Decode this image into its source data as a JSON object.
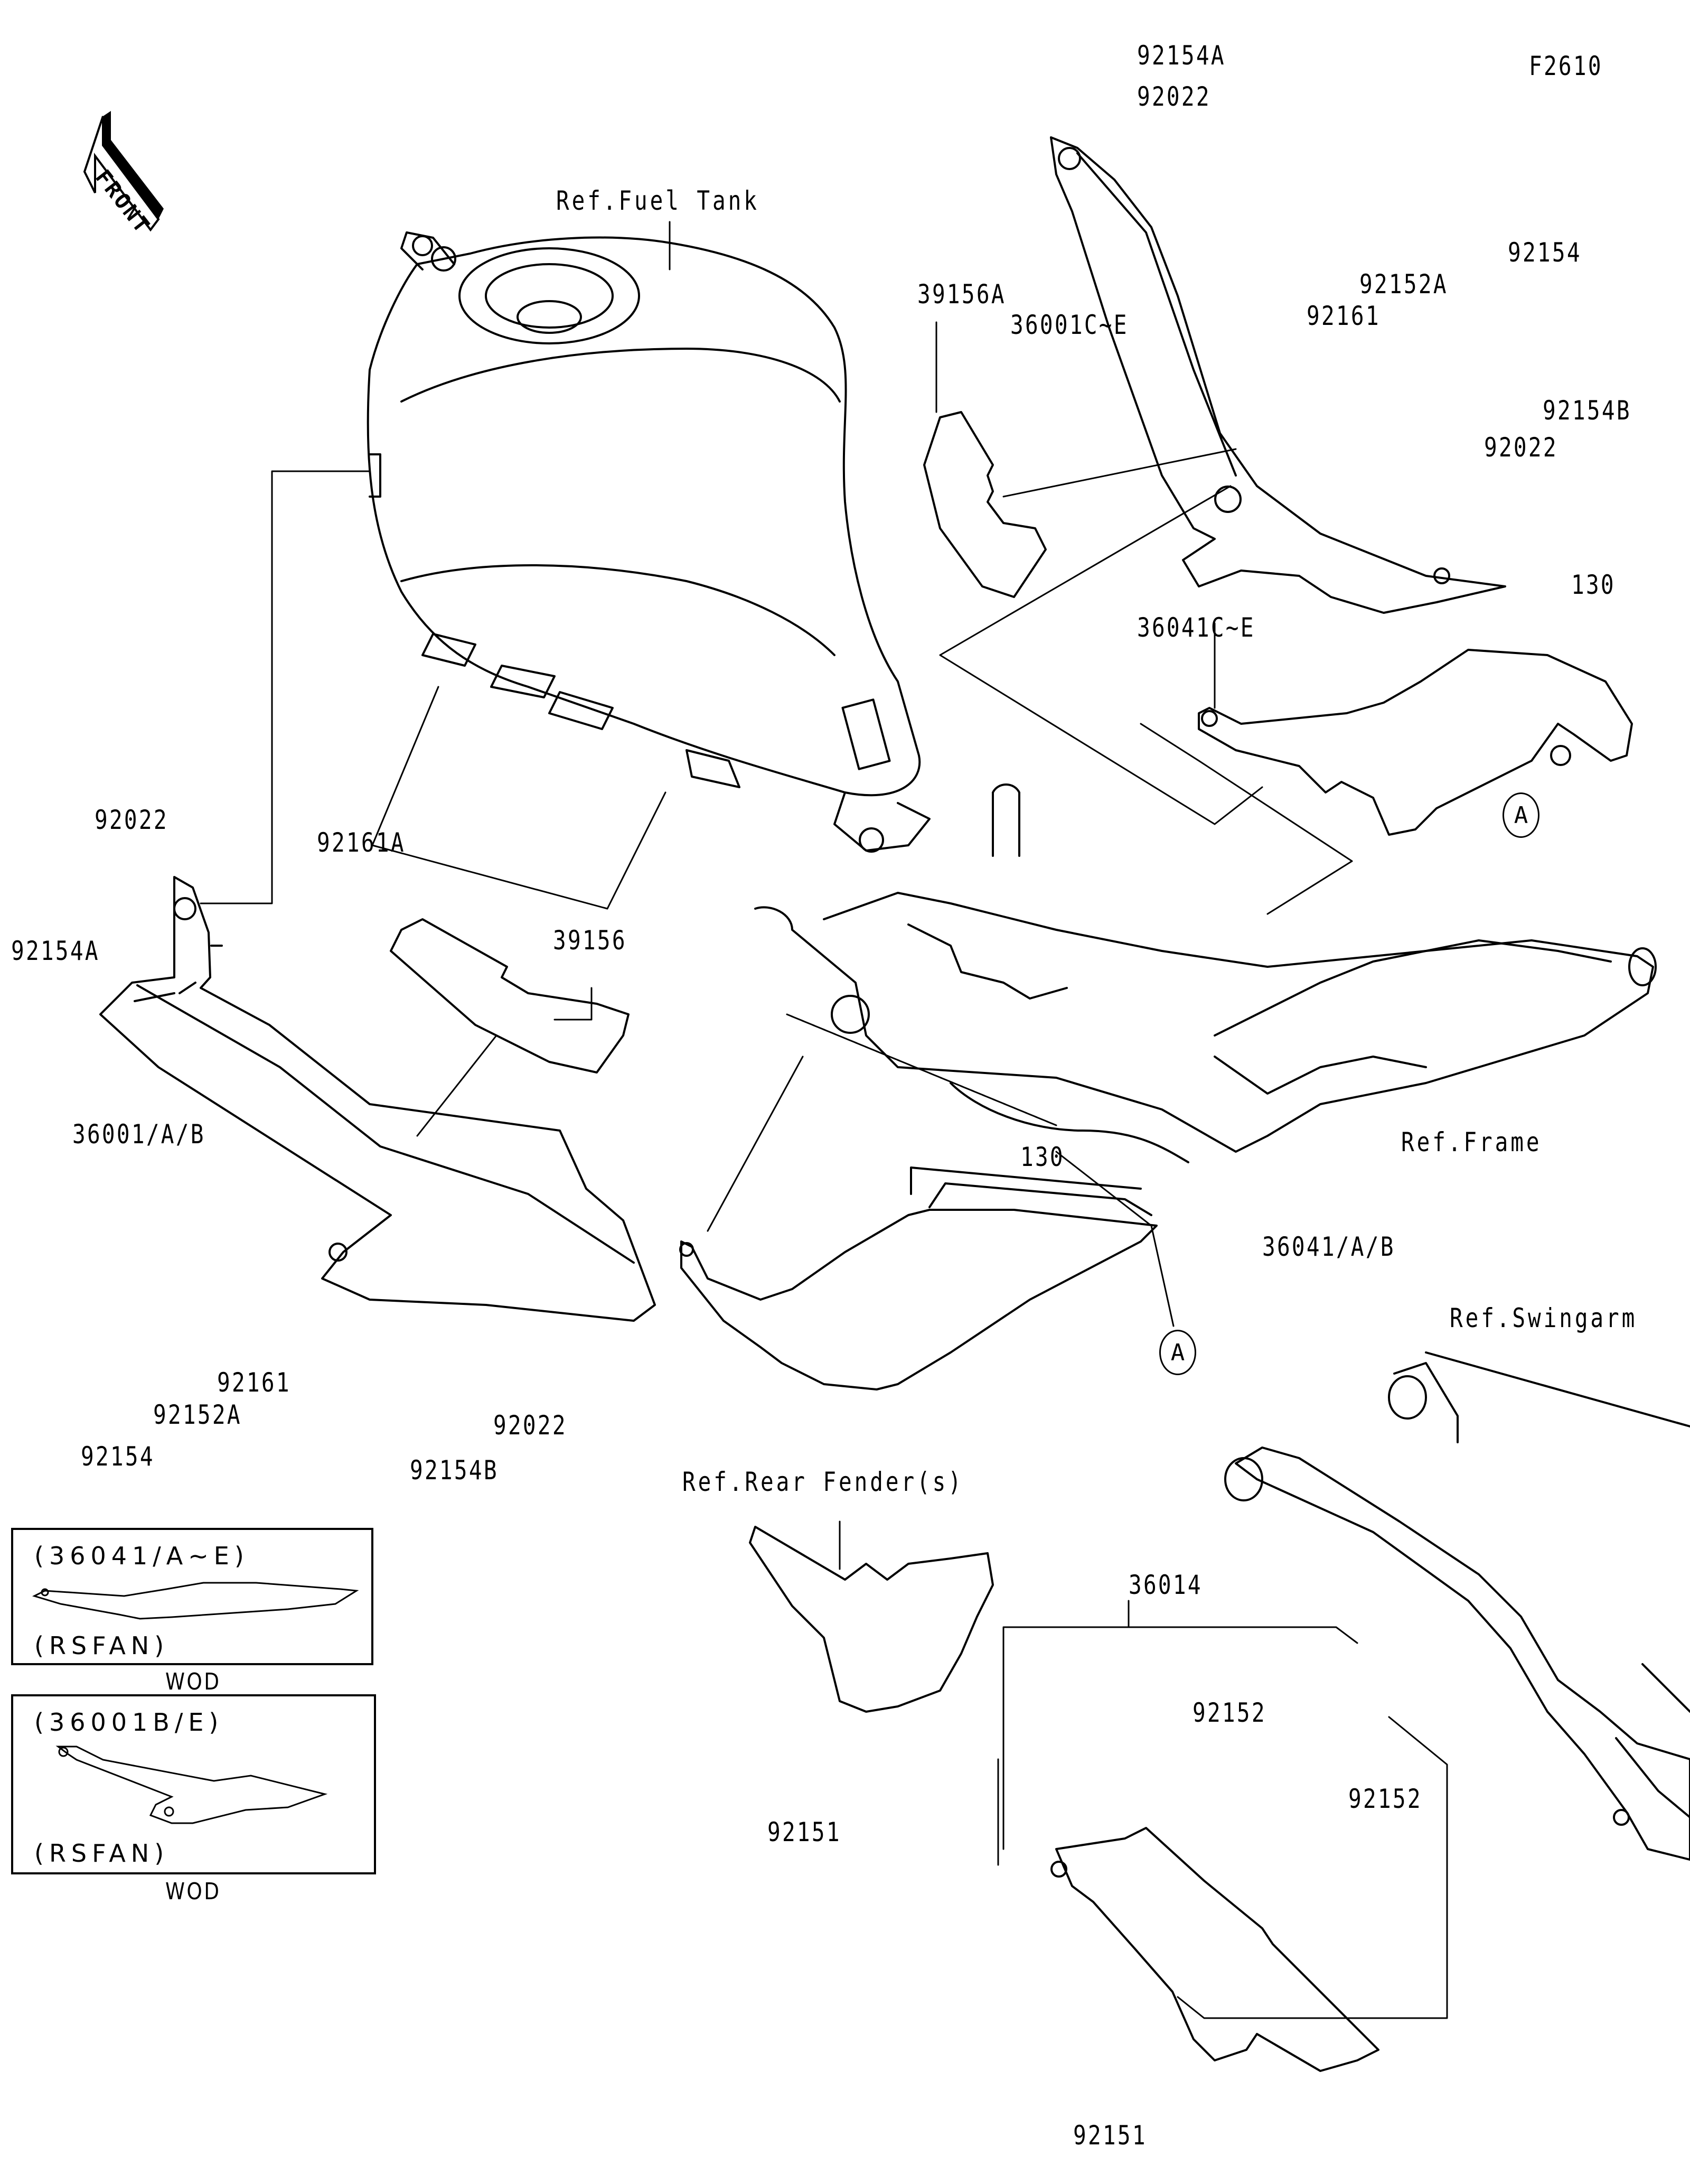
{
  "diagram": {
    "figure_code": "F2610",
    "front_indicator": "FRONT",
    "references": {
      "fuel_tank": "Ref.Fuel Tank",
      "frame": "Ref.Frame",
      "swingarm": "Ref.Swingarm",
      "rear_fender": "Ref.Rear Fender(s)"
    },
    "callouts": {
      "p92154A_top": "92154A",
      "p92022_top": "92022",
      "p39156A": "39156A",
      "p36001CE": "36001C~E",
      "p92154_right": "92154",
      "p92152A_right": "92152A",
      "p92161_right": "92161",
      "p92154B_right": "92154B",
      "p92022_right": "92022",
      "p130_right": "130",
      "p36041CE": "36041C~E",
      "ref_A_right": "A",
      "p92022_left": "92022",
      "p92154A_left": "92154A",
      "p92161A": "92161A",
      "p39156": "39156",
      "p36001AB": "36001/A/B",
      "p130_mid": "130",
      "p36041AB": "36041/A/B",
      "ref_A_mid": "A",
      "p92161_left": "92161",
      "p92152A_left": "92152A",
      "p92154_left": "92154",
      "p92154B_left": "92154B",
      "p92022_lower": "92022",
      "p36014": "36014",
      "p92152_a": "92152",
      "p92152_b": "92152",
      "p92151_left": "92151",
      "p92151_bottom": "92151"
    },
    "insets": [
      {
        "title": "(36041/A~E)",
        "note": "(RSFAN)",
        "caption": "WOD"
      },
      {
        "title": "(36001B/E)",
        "note": "(RSFAN)",
        "caption": "WOD"
      }
    ]
  }
}
